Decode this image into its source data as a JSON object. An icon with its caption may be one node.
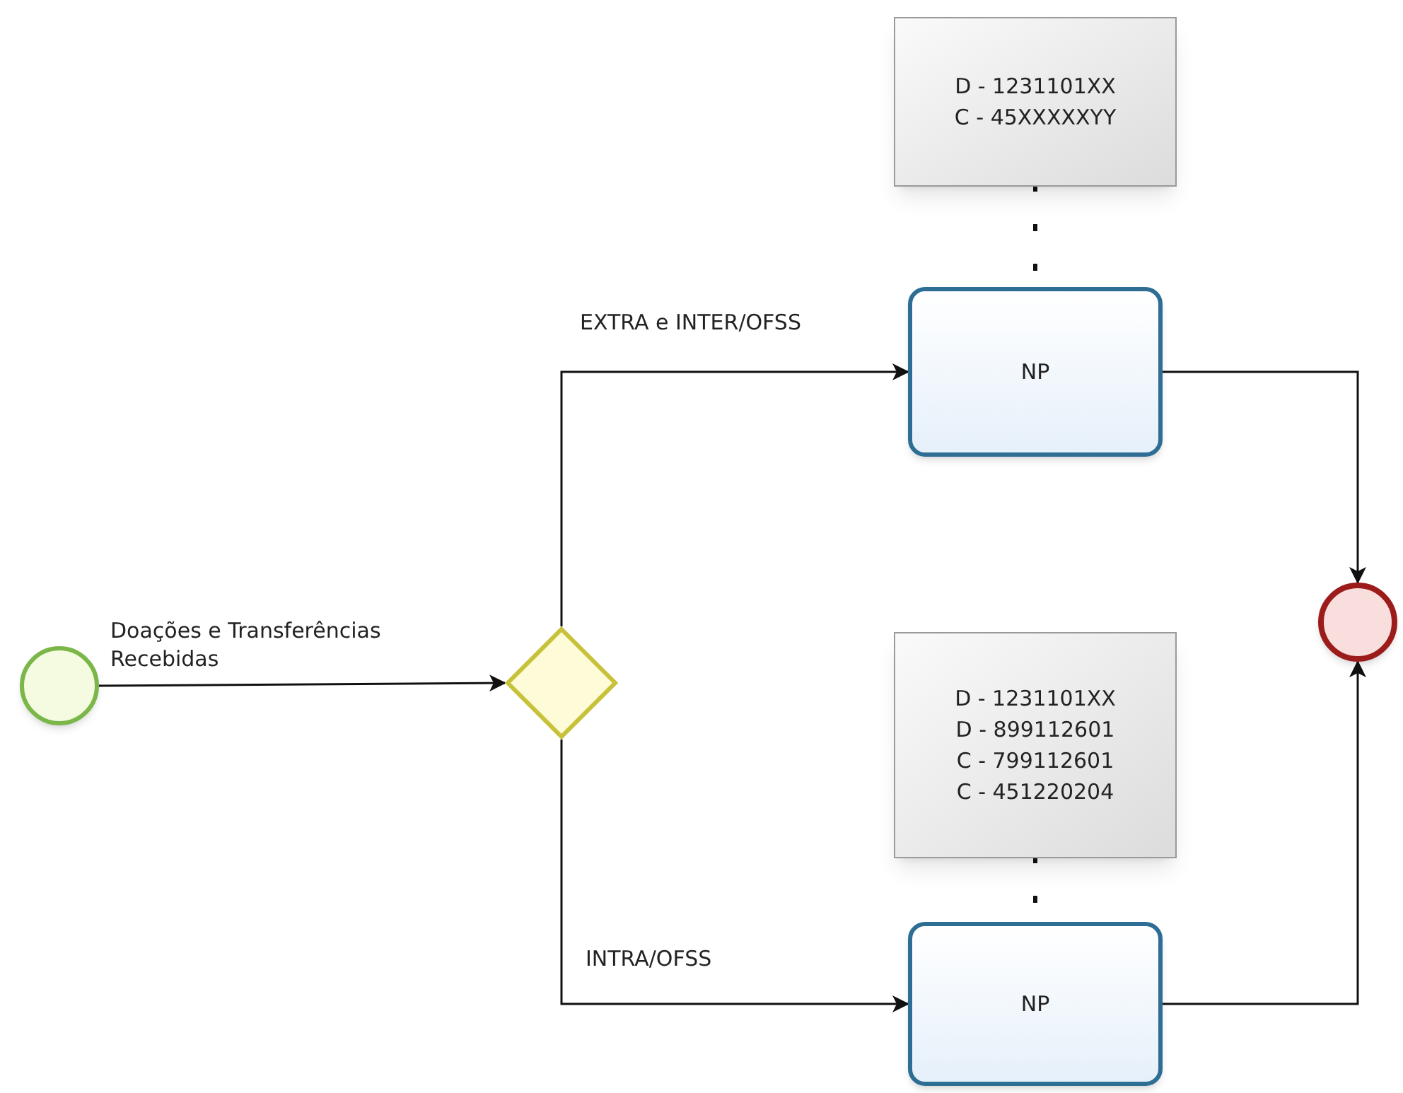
{
  "diagram": {
    "nodes": [
      {
        "text": [],
        "shape": "circle"
      },
      {
        "text": [],
        "shape": "diamond"
      },
      {
        "text": [
          "D - 1231101XX",
          "C - 45XXXXXYY"
        ]
      },
      {
        "text": [
          "NP"
        ]
      },
      {
        "text": [
          "D - 1231101XX",
          "D - 899112601",
          "C - 799112601",
          "C - 451220204"
        ]
      },
      {
        "text": [
          "NP"
        ]
      },
      {
        "text": [],
        "shape": "circle"
      }
    ],
    "edges": [
      {
        "from": 0,
        "to": 1,
        "arrow": "to",
        "label": "Doações e Transferências Recebidas"
      },
      {
        "from": 1,
        "to": 3,
        "arrow": "to",
        "label": "EXTRA e INTER/OFSS"
      },
      {
        "from": 1,
        "to": 5,
        "arrow": "to",
        "label": "INTRA/OFSS"
      },
      {
        "from": 3,
        "to": 6,
        "arrow": "to"
      },
      {
        "from": 5,
        "to": 6,
        "arrow": "to"
      },
      {
        "from": 2,
        "to": 3,
        "arrow": "none",
        "style": "dashed"
      },
      {
        "from": 4,
        "to": 5,
        "arrow": "none",
        "style": "dashed"
      }
    ]
  }
}
